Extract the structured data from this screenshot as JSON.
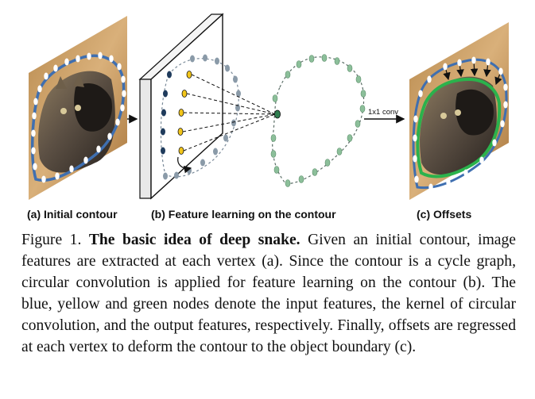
{
  "figure": {
    "panels": {
      "a": "(a) Initial contour",
      "b": "(b) Feature learning on the contour",
      "c": "(c) Offsets"
    },
    "conv_label": "1x1 conv",
    "colors": {
      "input_nodes": "#1f3b5c",
      "kernel_nodes": "#f2c51a",
      "output_nodes": "#2e7d4f",
      "contour_nodes": "#8a9aa8",
      "graph_nodes": "#8cbf9a",
      "initial_contour": "#3f6fb0",
      "deformed_contour": "#2bb24c"
    }
  },
  "caption": {
    "figure_label": "Figure 1.",
    "bold_title": "The basic idea of deep snake.",
    "text": "Given an initial contour, image features are extracted at each vertex (a). Since the contour is a cycle graph, circular convolution is applied for feature learning on the contour (b). The blue, yellow and green nodes denote the input features, the kernel of circular convolution, and the output features, respectively. Finally, offsets are regressed at each vertex to deform the contour to the object boundary (c)."
  }
}
